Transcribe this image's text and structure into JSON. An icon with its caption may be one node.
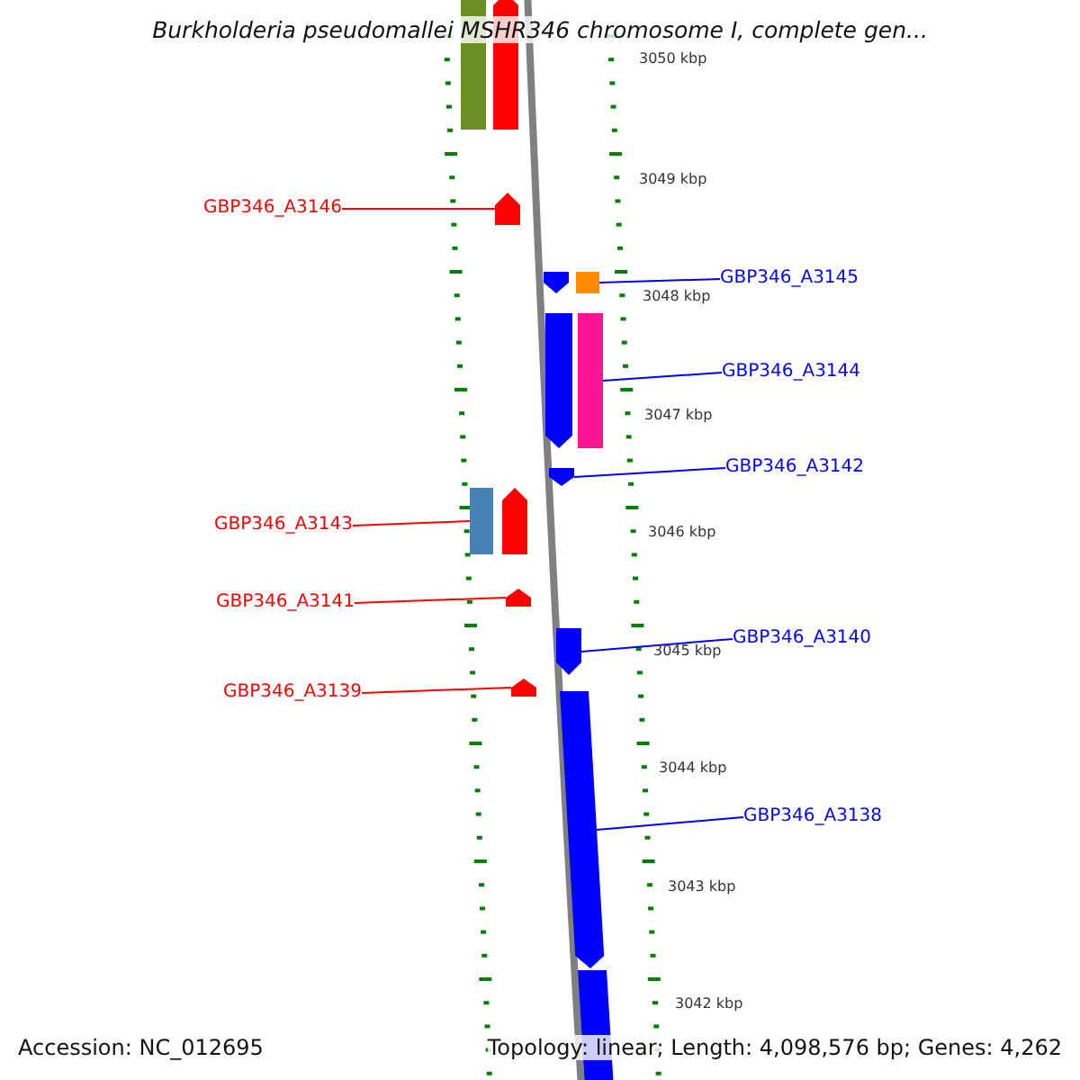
{
  "diagram": {
    "title": "Burkholderia pseudomallei MSHR346 chromosome I, complete gen...",
    "nodes": [
      {
        "text": [],
        "shape": "bar"
      },
      {
        "text": [],
        "shape": "arrow"
      },
      {
        "text": [
          "GBP346_A3146"
        ]
      },
      {
        "text": [],
        "shape": "arrow"
      },
      {
        "text": [],
        "shape": "arrow"
      },
      {
        "text": [],
        "shape": "bar"
      },
      {
        "text": [
          "GBP346_A3145"
        ]
      },
      {
        "text": [],
        "shape": "arrow"
      },
      {
        "text": [],
        "shape": "bar"
      },
      {
        "text": [
          "GBP346_A3144"
        ]
      },
      {
        "text": [
          "GBP346_A3142"
        ]
      },
      {
        "text": [],
        "shape": "arrow"
      },
      {
        "text": [],
        "shape": "bar"
      },
      {
        "text": [],
        "shape": "arrow"
      },
      {
        "text": [
          "GBP346_A3143"
        ]
      },
      {
        "text": [
          "GBP346_A3141"
        ]
      },
      {
        "text": [],
        "shape": "arrow"
      },
      {
        "text": [],
        "shape": "arrow"
      },
      {
        "text": [
          "GBP346_A3140"
        ]
      },
      {
        "text": [
          "GBP346_A3139"
        ]
      },
      {
        "text": [],
        "shape": "arrow"
      },
      {
        "text": [],
        "shape": "arrow"
      },
      {
        "text": [
          "GBP346_A3138"
        ]
      },
      {
        "text": [],
        "shape": "bar"
      }
    ],
    "edges": [
      {
        "from": 2,
        "to": 3,
        "arrow": "none",
        "color": "#ff0000"
      },
      {
        "from": 6,
        "to": 5,
        "arrow": "none"
      },
      {
        "from": 9,
        "to": 8,
        "arrow": "none"
      },
      {
        "from": 10,
        "to": 11,
        "arrow": "none"
      },
      {
        "from": 14,
        "to": 12,
        "arrow": "none",
        "color": "#ff0000"
      },
      {
        "from": 15,
        "to": 16,
        "arrow": "none",
        "color": "#ff0000"
      },
      {
        "from": 18,
        "to": 17,
        "arrow": "none"
      },
      {
        "from": 19,
        "to": 20,
        "arrow": "none",
        "color": "#ff0000"
      },
      {
        "from": 22,
        "to": 21,
        "arrow": "none"
      }
    ],
    "labels": [
      "3050 kbp",
      "3049 kbp",
      "3048 kbp",
      "3047 kbp",
      "3046 kbp",
      "3045 kbp",
      "3044 kbp",
      "3043 kbp",
      "3042 kbp",
      "Accession: NC_012695",
      "Topology: linear; Length: 4,098,576 bp; Genes: 4,262"
    ]
  }
}
